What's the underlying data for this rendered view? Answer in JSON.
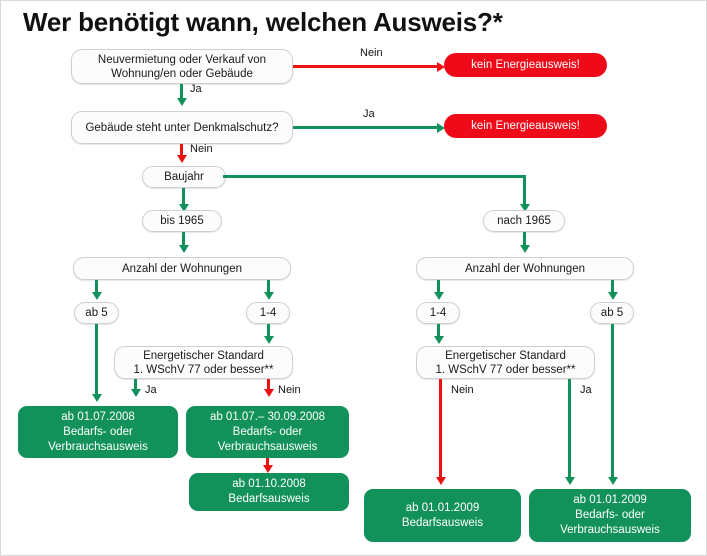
{
  "page": {
    "title": "Wer benötigt wann, welchen Ausweis?*"
  },
  "colors": {
    "green": "#12925a",
    "red": "#ee0a18",
    "arrow_red": "#ee1111",
    "node_bg": "#fcfcfc",
    "node_border": "#cfcfcf",
    "text": "#1a1a1a",
    "page_bg": "#ffffff"
  },
  "nodes": {
    "start": "Neuvermietung oder Verkauf von Wohnung/en oder Gebäude",
    "denkmal": "Gebäude steht unter Denkmalschutz?",
    "baujahr": "Baujahr",
    "bis1965": "bis 1965",
    "nach1965": "nach 1965",
    "anzahl_left": "Anzahl der Wohnungen",
    "anzahl_right": "Anzahl der Wohnungen",
    "left_ab5": "ab 5",
    "left_1_4": "1-4",
    "right_1_4": "1-4",
    "right_ab5": "ab 5",
    "std_left_l1": "Energetischer Standard",
    "std_left_l2": "1. WSchV 77 oder besser**",
    "std_right_l1": "Energetischer Standard",
    "std_right_l2": "1. WSchV 77 oder besser**"
  },
  "terminals": {
    "kein_ausweis_1": "kein Energieausweis!",
    "kein_ausweis_2": "kein Energieausweis!"
  },
  "results": {
    "r1": {
      "l1": "ab 01.07.2008",
      "l2": "Bedarfs- oder",
      "l3": "Verbrauchsausweis"
    },
    "r2": {
      "l1": "ab 01.07.– 30.09.2008",
      "l2": "Bedarfs- oder",
      "l3": "Verbrauchsausweis"
    },
    "r3": {
      "l1": "ab 01.10.2008",
      "l2": "Bedarfsausweis",
      "l3": ""
    },
    "r4": {
      "l1": "ab 01.01.2009",
      "l2": "Bedarfsausweis",
      "l3": ""
    },
    "r5": {
      "l1": "ab 01.01.2009",
      "l2": "Bedarfs- oder",
      "l3": "Verbrauchsausweis"
    }
  },
  "edges": {
    "start_nein": "Nein",
    "start_ja": "Ja",
    "denkmal_ja": "Ja",
    "denkmal_nein": "Nein",
    "std_left_ja": "Ja",
    "std_left_nein": "Nein",
    "std_right_nein": "Nein",
    "std_right_ja": "Ja"
  }
}
